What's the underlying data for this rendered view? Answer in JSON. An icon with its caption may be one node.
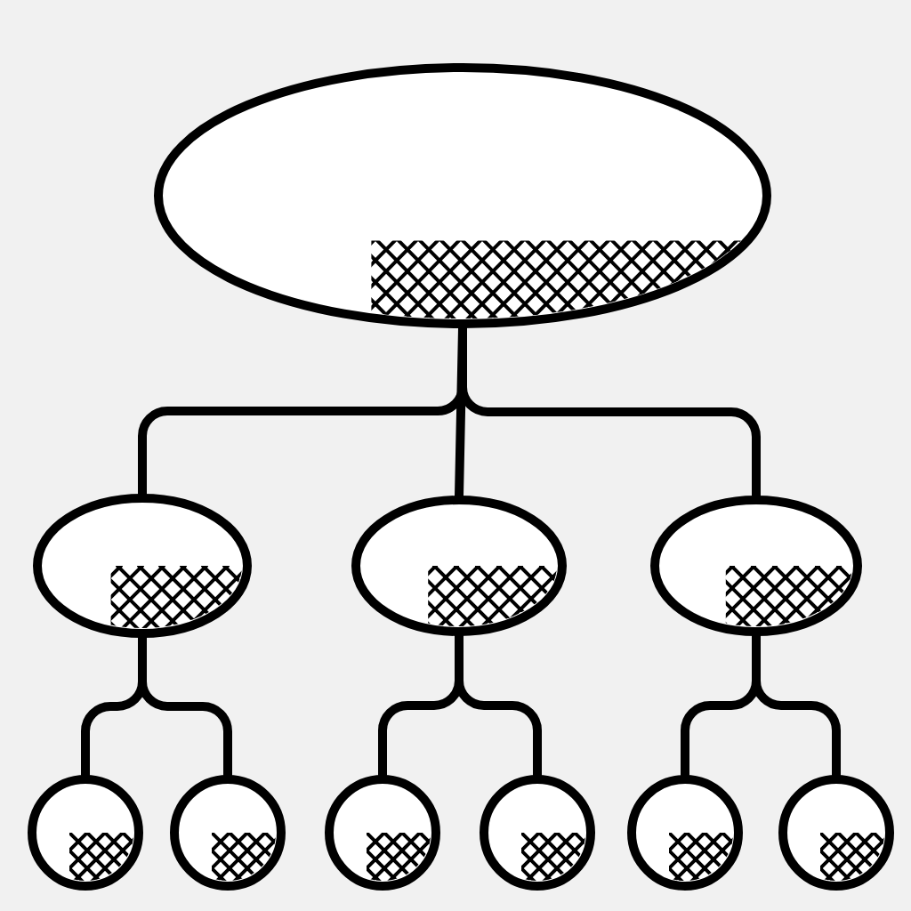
{
  "diagram": {
    "nodes": [
      {
        "text": [],
        "shape": "ellipse"
      },
      {
        "text": [],
        "shape": "ellipse"
      },
      {
        "text": [],
        "shape": "ellipse"
      },
      {
        "text": [],
        "shape": "ellipse"
      },
      {
        "text": [],
        "shape": "circle"
      },
      {
        "text": [],
        "shape": "circle"
      },
      {
        "text": [],
        "shape": "circle"
      },
      {
        "text": [],
        "shape": "circle"
      },
      {
        "text": [],
        "shape": "circle"
      },
      {
        "text": [],
        "shape": "circle"
      }
    ],
    "edges": [
      {
        "from": 0,
        "to": 1,
        "arrow": "none"
      },
      {
        "from": 0,
        "to": 2,
        "arrow": "none"
      },
      {
        "from": 0,
        "to": 3,
        "arrow": "none"
      },
      {
        "from": 1,
        "to": 4,
        "arrow": "none"
      },
      {
        "from": 1,
        "to": 5,
        "arrow": "none"
      },
      {
        "from": 2,
        "to": 6,
        "arrow": "none"
      },
      {
        "from": 2,
        "to": 7,
        "arrow": "none"
      },
      {
        "from": 3,
        "to": 8,
        "arrow": "none"
      },
      {
        "from": 3,
        "to": 9,
        "arrow": "none"
      }
    ]
  }
}
